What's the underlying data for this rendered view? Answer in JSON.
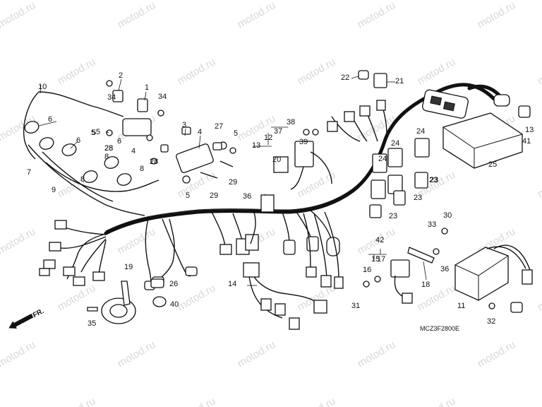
{
  "watermark": "motod.ru",
  "diagram_code": "MCZ3F2800E",
  "direction_label": "FR.",
  "callouts": [
    "1",
    "2",
    "3",
    "4",
    "5",
    "6",
    "7",
    "8",
    "9",
    "10",
    "11",
    "12",
    "13",
    "14",
    "15",
    "16",
    "17",
    "18",
    "19",
    "20",
    "21",
    "22",
    "23",
    "24",
    "25",
    "26",
    "27",
    "28",
    "29",
    "30",
    "31",
    "32",
    "33",
    "34",
    "35",
    "36",
    "37",
    "38",
    "39",
    "40",
    "41",
    "42"
  ]
}
